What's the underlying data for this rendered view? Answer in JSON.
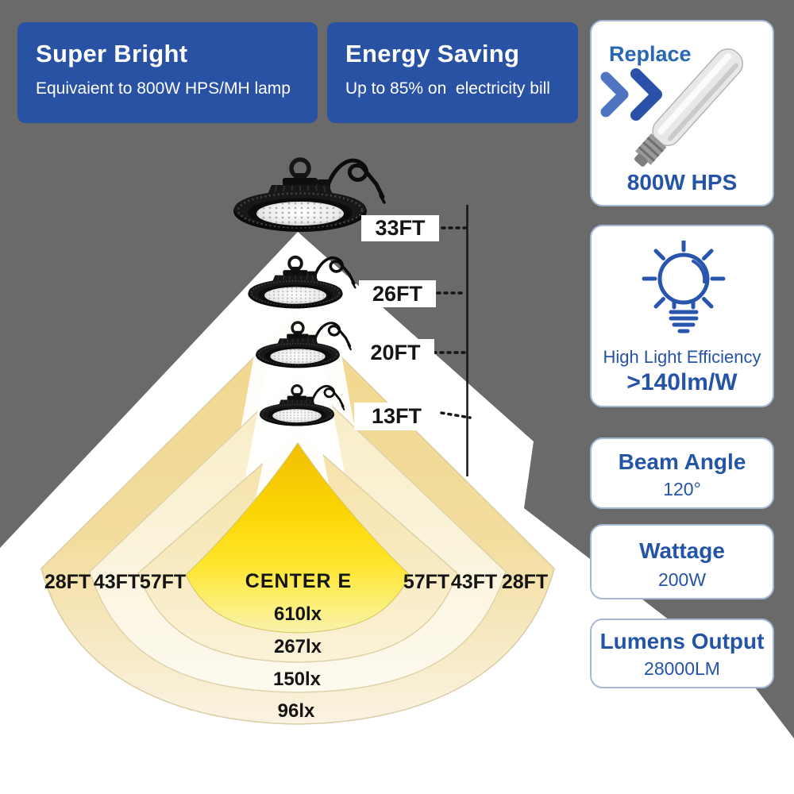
{
  "banners": [
    {
      "title": "Super Bright",
      "subtitle": "Equivaient to 800W HPS/MH lamp"
    },
    {
      "title": "Energy Saving",
      "subtitle": "Up to 85% on  electricity bill"
    }
  ],
  "side_cards": {
    "replace": {
      "label": "Replace",
      "product": "800W HPS"
    },
    "efficiency": {
      "title": "High Light Efficiency",
      "value": ">140lm/W"
    },
    "beam_angle": {
      "title": "Beam Angle",
      "value": "120°"
    },
    "wattage": {
      "title": "Wattage",
      "value": "200W"
    },
    "lumens": {
      "title": "Lumens Output",
      "value": "28000LM"
    }
  },
  "beam_diagram": {
    "mounting_heights": [
      "33FT",
      "26FT",
      "20FT",
      "13FT"
    ],
    "coverage_widths_left": [
      "28FT",
      "43FT",
      "57FT"
    ],
    "center_label": "CENTER E",
    "coverage_widths_right": [
      "57FT",
      "43FT",
      "28FT"
    ],
    "illuminance_levels": [
      "610lx",
      "267lx",
      "150lx",
      "96lx"
    ]
  },
  "colors": {
    "accent_blue": "#2a52a4",
    "text_blue": "#2553a8",
    "panel_gray": "#6a6a6a",
    "beam_core_gold": "#f7cd02",
    "beam_band_tan": "#f1d78e"
  }
}
